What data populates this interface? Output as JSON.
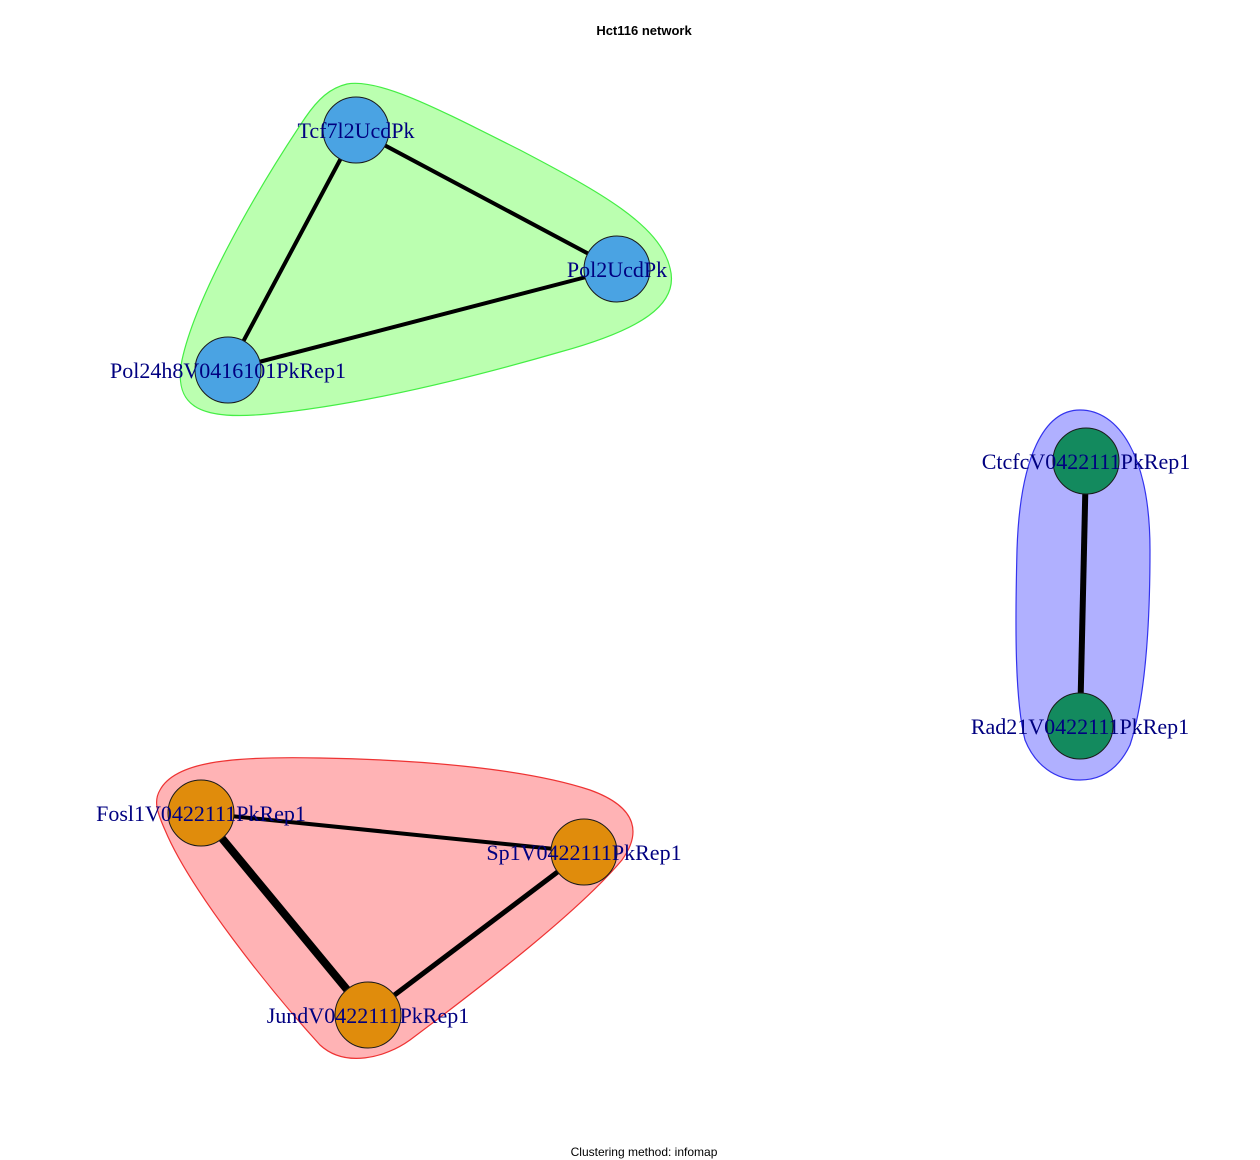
{
  "title": "Hct116 network",
  "subtitle": "Clustering method: infomap",
  "label_color": "#000080",
  "clusters": [
    {
      "fill": "#bbffb0",
      "stroke": "#44ee44",
      "node_color": "#4aa3e3",
      "nodes": [
        {
          "id": "tcf",
          "label": "Tcf7l2UcdPk"
        },
        {
          "id": "pol2",
          "label": "Pol2UcdPk"
        },
        {
          "id": "pol24",
          "label": "Pol24h8V0416101PkRep1"
        }
      ]
    },
    {
      "fill": "#b0b0ff",
      "stroke": "#3333ee",
      "node_color": "#138a5e",
      "nodes": [
        {
          "id": "ctcf",
          "label": "CtcfcV0422111PkRep1"
        },
        {
          "id": "rad21",
          "label": "Rad21V0422111PkRep1"
        }
      ]
    },
    {
      "fill": "#ffb3b5",
      "stroke": "#ee3333",
      "node_color": "#e08c0c",
      "nodes": [
        {
          "id": "fosl1",
          "label": "Fosl1V0422111PkRep1"
        },
        {
          "id": "sp1",
          "label": "Sp1V0422111PkRep1"
        },
        {
          "id": "jund",
          "label": "JundV0422111PkRep1"
        }
      ]
    }
  ],
  "edges": [
    {
      "source": "tcf",
      "target": "pol2",
      "weight": 4
    },
    {
      "source": "tcf",
      "target": "pol24",
      "weight": 4
    },
    {
      "source": "pol24",
      "target": "pol2",
      "weight": 4
    },
    {
      "source": "ctcf",
      "target": "rad21",
      "weight": 6
    },
    {
      "source": "fosl1",
      "target": "sp1",
      "weight": 4
    },
    {
      "source": "fosl1",
      "target": "jund",
      "weight": 8
    },
    {
      "source": "jund",
      "target": "sp1",
      "weight": 5
    }
  ]
}
